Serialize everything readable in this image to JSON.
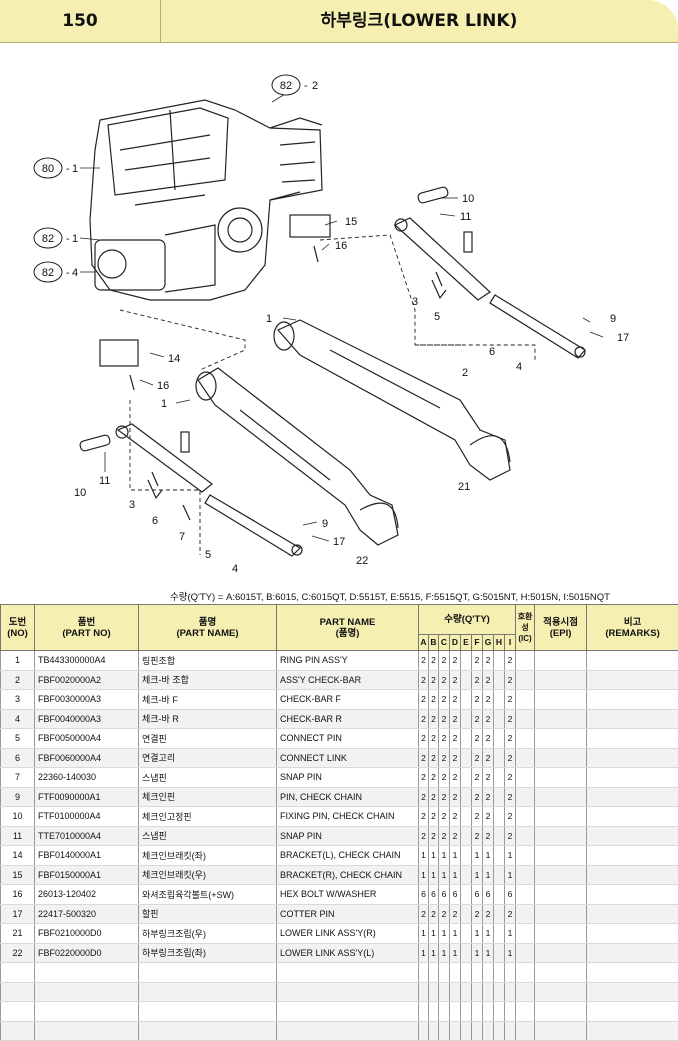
{
  "header": {
    "page_number": "150",
    "title": "하부링크(LOWER LINK)"
  },
  "diagram": {
    "callouts": [
      {
        "ref": "82",
        "item": "2"
      },
      {
        "ref": "80",
        "item": "1"
      },
      {
        "ref": "82",
        "item": "1"
      },
      {
        "ref": "82",
        "item": "4"
      }
    ],
    "labels": [
      "10",
      "11",
      "15",
      "16",
      "3",
      "5",
      "6",
      "9",
      "17",
      "2",
      "4",
      "1",
      "14",
      "16",
      "1",
      "21",
      "10",
      "11",
      "3",
      "6",
      "7",
      "5",
      "4",
      "9",
      "17",
      "22"
    ]
  },
  "qty_note": "수량(Q'TY) = A:6015T, B:6015, C:6015QT, D:5515T, E:5515, F:5515QT, G:5015NT, H:5015N, I:5015NQT",
  "table": {
    "headers": {
      "no": "도번\n(NO)",
      "part_no": "품번\n(PART NO)",
      "part_name_kr": "품명\n(PART NAME)",
      "part_name": "PART NAME\n(품명)",
      "qty": "수량(Q'TY)",
      "qty_cols": [
        "A",
        "B",
        "C",
        "D",
        "E",
        "F",
        "G",
        "H",
        "I"
      ],
      "interchange": "호환성\n(IC)",
      "epi": "적용시점\n(EPI)",
      "remarks": "비고\n(REMARKS)"
    },
    "rows": [
      {
        "no": "1",
        "part_no": "TB443300000A4",
        "name_kr": "링핀조합",
        "name_en": "RING PIN ASS'Y",
        "qty": [
          "2",
          "2",
          "2",
          "2",
          "",
          "2",
          "2",
          "",
          "2"
        ]
      },
      {
        "no": "2",
        "part_no": "FBF0020000A2",
        "name_kr": "체크-바 조합",
        "name_en": "ASS'Y CHECK-BAR",
        "qty": [
          "2",
          "2",
          "2",
          "2",
          "",
          "2",
          "2",
          "",
          "2"
        ]
      },
      {
        "no": "3",
        "part_no": "FBF0030000A3",
        "name_kr": "체크-바 F",
        "name_en": "CHECK-BAR F",
        "qty": [
          "2",
          "2",
          "2",
          "2",
          "",
          "2",
          "2",
          "",
          "2"
        ]
      },
      {
        "no": "4",
        "part_no": "FBF0040000A3",
        "name_kr": "체크-바 R",
        "name_en": "CHECK-BAR R",
        "qty": [
          "2",
          "2",
          "2",
          "2",
          "",
          "2",
          "2",
          "",
          "2"
        ]
      },
      {
        "no": "5",
        "part_no": "FBF0050000A4",
        "name_kr": "연결핀",
        "name_en": "CONNECT PIN",
        "qty": [
          "2",
          "2",
          "2",
          "2",
          "",
          "2",
          "2",
          "",
          "2"
        ]
      },
      {
        "no": "6",
        "part_no": "FBF0060000A4",
        "name_kr": "연결고리",
        "name_en": "CONNECT LINK",
        "qty": [
          "2",
          "2",
          "2",
          "2",
          "",
          "2",
          "2",
          "",
          "2"
        ]
      },
      {
        "no": "7",
        "part_no": "22360-140030",
        "name_kr": "스냅핀",
        "name_en": "SNAP PIN",
        "qty": [
          "2",
          "2",
          "2",
          "2",
          "",
          "2",
          "2",
          "",
          "2"
        ]
      },
      {
        "no": "9",
        "part_no": "FTF0090000A1",
        "name_kr": "체크인핀",
        "name_en": "PIN, CHECK CHAIN",
        "qty": [
          "2",
          "2",
          "2",
          "2",
          "",
          "2",
          "2",
          "",
          "2"
        ]
      },
      {
        "no": "10",
        "part_no": "FTF0100000A4",
        "name_kr": "체크인고정핀",
        "name_en": "FIXING PIN, CHECK CHAIN",
        "qty": [
          "2",
          "2",
          "2",
          "2",
          "",
          "2",
          "2",
          "",
          "2"
        ]
      },
      {
        "no": "11",
        "part_no": "TTE7010000A4",
        "name_kr": "스냅핀",
        "name_en": "SNAP PIN",
        "qty": [
          "2",
          "2",
          "2",
          "2",
          "",
          "2",
          "2",
          "",
          "2"
        ]
      },
      {
        "no": "14",
        "part_no": "FBF0140000A1",
        "name_kr": "체크인브래킷(좌)",
        "name_en": "BRACKET(L), CHECK CHAIN",
        "qty": [
          "1",
          "1",
          "1",
          "1",
          "",
          "1",
          "1",
          "",
          "1"
        ]
      },
      {
        "no": "15",
        "part_no": "FBF0150000A1",
        "name_kr": "체크인브래킷(우)",
        "name_en": "BRACKET(R), CHECK CHAIN",
        "qty": [
          "1",
          "1",
          "1",
          "1",
          "",
          "1",
          "1",
          "",
          "1"
        ]
      },
      {
        "no": "16",
        "part_no": "26013-120402",
        "name_kr": "와셔조립육각볼트(+SW)",
        "name_en": "HEX BOLT W/WASHER",
        "qty": [
          "6",
          "6",
          "6",
          "6",
          "",
          "6",
          "6",
          "",
          "6"
        ]
      },
      {
        "no": "17",
        "part_no": "22417-500320",
        "name_kr": "할핀",
        "name_en": "COTTER PIN",
        "qty": [
          "2",
          "2",
          "2",
          "2",
          "",
          "2",
          "2",
          "",
          "2"
        ]
      },
      {
        "no": "21",
        "part_no": "FBF0210000D0",
        "name_kr": "하부링크조립(우)",
        "name_en": "LOWER LINK ASS'Y(R)",
        "qty": [
          "1",
          "1",
          "1",
          "1",
          "",
          "1",
          "1",
          "",
          "1"
        ]
      },
      {
        "no": "22",
        "part_no": "FBF0220000D0",
        "name_kr": "하부링크조립(좌)",
        "name_en": "LOWER LINK ASS'Y(L)",
        "qty": [
          "1",
          "1",
          "1",
          "1",
          "",
          "1",
          "1",
          "",
          "1"
        ]
      },
      {
        "no": "",
        "part_no": "",
        "name_kr": "",
        "name_en": "",
        "qty": [
          "",
          "",
          "",
          "",
          "",
          "",
          "",
          "",
          ""
        ]
      },
      {
        "no": "",
        "part_no": "",
        "name_kr": "",
        "name_en": "",
        "qty": [
          "",
          "",
          "",
          "",
          "",
          "",
          "",
          "",
          ""
        ]
      },
      {
        "no": "",
        "part_no": "",
        "name_kr": "",
        "name_en": "",
        "qty": [
          "",
          "",
          "",
          "",
          "",
          "",
          "",
          "",
          ""
        ]
      },
      {
        "no": "",
        "part_no": "",
        "name_kr": "",
        "name_en": "",
        "qty": [
          "",
          "",
          "",
          "",
          "",
          "",
          "",
          "",
          ""
        ]
      }
    ]
  }
}
